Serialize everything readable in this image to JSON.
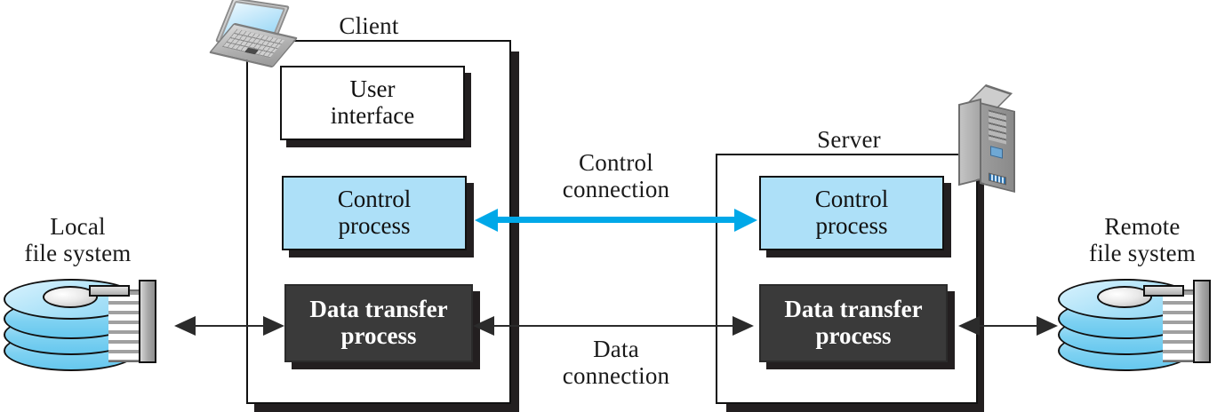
{
  "diagram": {
    "title_client": "Client",
    "title_server": "Server",
    "label_local_fs": "Local\nfile system",
    "label_remote_fs": "Remote\nfile system",
    "label_control_connection": "Control\nconnection",
    "label_data_connection": "Data\nconnection",
    "client_boxes": [
      {
        "name": "user-interface",
        "text": "User\ninterface",
        "style": "white"
      },
      {
        "name": "control-process",
        "text": "Control\nprocess",
        "style": "blue"
      },
      {
        "name": "data-transfer-process",
        "text": "Data transfer\nprocess",
        "style": "dark"
      }
    ],
    "server_boxes": [
      {
        "name": "control-process",
        "text": "Control\nprocess",
        "style": "blue"
      },
      {
        "name": "data-transfer-process",
        "text": "Data transfer\nprocess",
        "style": "dark"
      }
    ],
    "icons": {
      "laptop": "laptop-icon",
      "server_tower": "server-tower-icon",
      "local_disk": "disk-stack-icon",
      "remote_disk": "disk-stack-icon"
    },
    "colors": {
      "control_box_fill": "#ade0f8",
      "data_box_fill": "#3a3a3a",
      "control_connection_arrow": "#00a8e8",
      "data_connection_arrow": "#2b2b2b",
      "frame_border": "#111111",
      "shadow": "#231f20",
      "disk_platter": "#7fd2f2"
    }
  }
}
